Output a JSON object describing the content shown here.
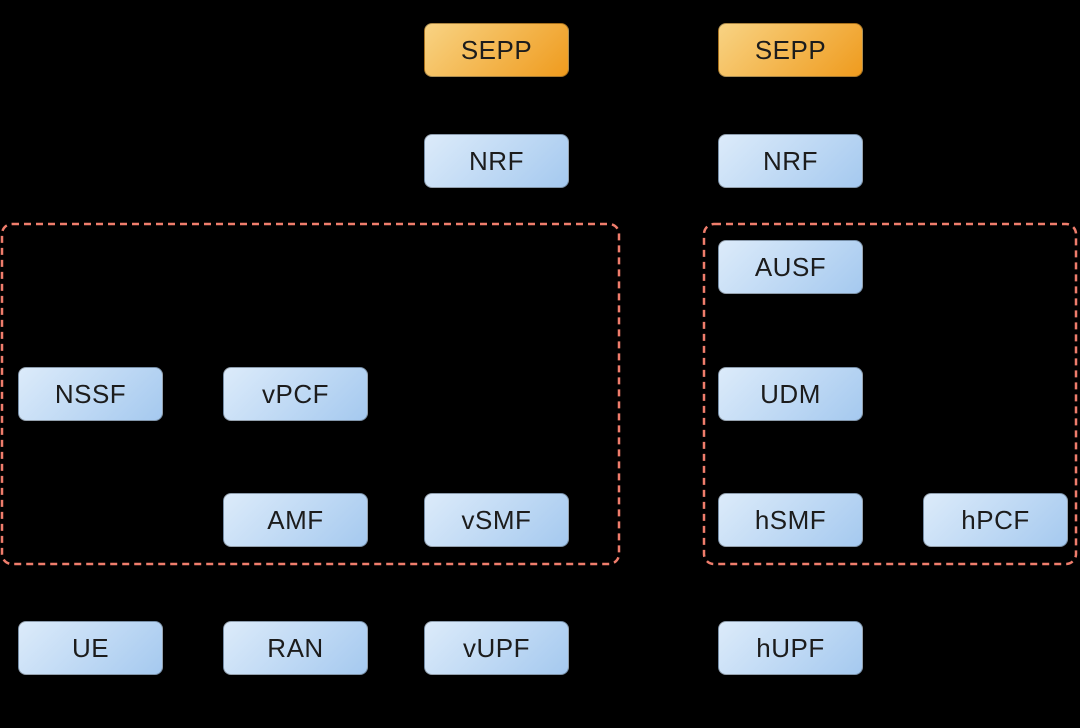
{
  "diagram": {
    "colors": {
      "background": "#000000",
      "blue_box_gradient": [
        "#dcebfa",
        "#a5c9ef"
      ],
      "orange_box_gradient": [
        "#f8d383",
        "#ef9b1e"
      ],
      "dashed_border": "#ef7d6c",
      "label_text": "#1c1c1c"
    },
    "nodes": {
      "sepp_left": {
        "label": "SEPP"
      },
      "sepp_right": {
        "label": "SEPP"
      },
      "nrf_left": {
        "label": "NRF"
      },
      "nrf_right": {
        "label": "NRF"
      },
      "ausf": {
        "label": "AUSF"
      },
      "nssf": {
        "label": "NSSF"
      },
      "vpcf": {
        "label": "vPCF"
      },
      "udm": {
        "label": "UDM"
      },
      "amf": {
        "label": "AMF"
      },
      "vsmf": {
        "label": "vSMF"
      },
      "hsmf": {
        "label": "hSMF"
      },
      "hpcf": {
        "label": "hPCF"
      },
      "ue": {
        "label": "UE"
      },
      "ran": {
        "label": "RAN"
      },
      "vupf": {
        "label": "vUPF"
      },
      "hupf": {
        "label": "hUPF"
      }
    }
  }
}
